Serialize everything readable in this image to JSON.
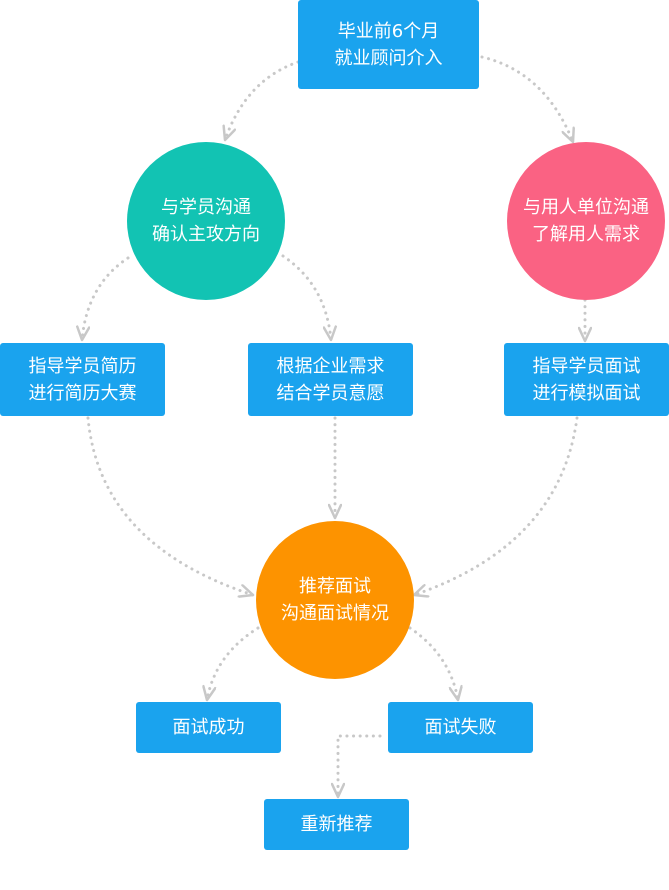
{
  "colors": {
    "box": "#1aa3ee",
    "teal": "#12c3b3",
    "pink": "#fa6283",
    "orange": "#fd9300",
    "connector": "#c8c8c8"
  },
  "nodes": {
    "start": {
      "line1": "毕业前6个月",
      "line2": "就业顾问介入"
    },
    "student_comm": {
      "line1": "与学员沟通",
      "line2": "确认主攻方向"
    },
    "employer": {
      "line1": "与用人单位沟通",
      "line2": "了解用人需求"
    },
    "resume": {
      "line1": "指导学员简历",
      "line2": "进行简历大赛"
    },
    "match": {
      "line1": "根据企业需求",
      "line2": "结合学员意愿"
    },
    "interview": {
      "line1": "指导学员面试",
      "line2": "进行模拟面试"
    },
    "recommend": {
      "line1": "推荐面试",
      "line2": "沟通面试情况"
    },
    "success": {
      "label": "面试成功"
    },
    "failure": {
      "label": "面试失败"
    },
    "rerecommend": {
      "label": "重新推荐"
    }
  }
}
